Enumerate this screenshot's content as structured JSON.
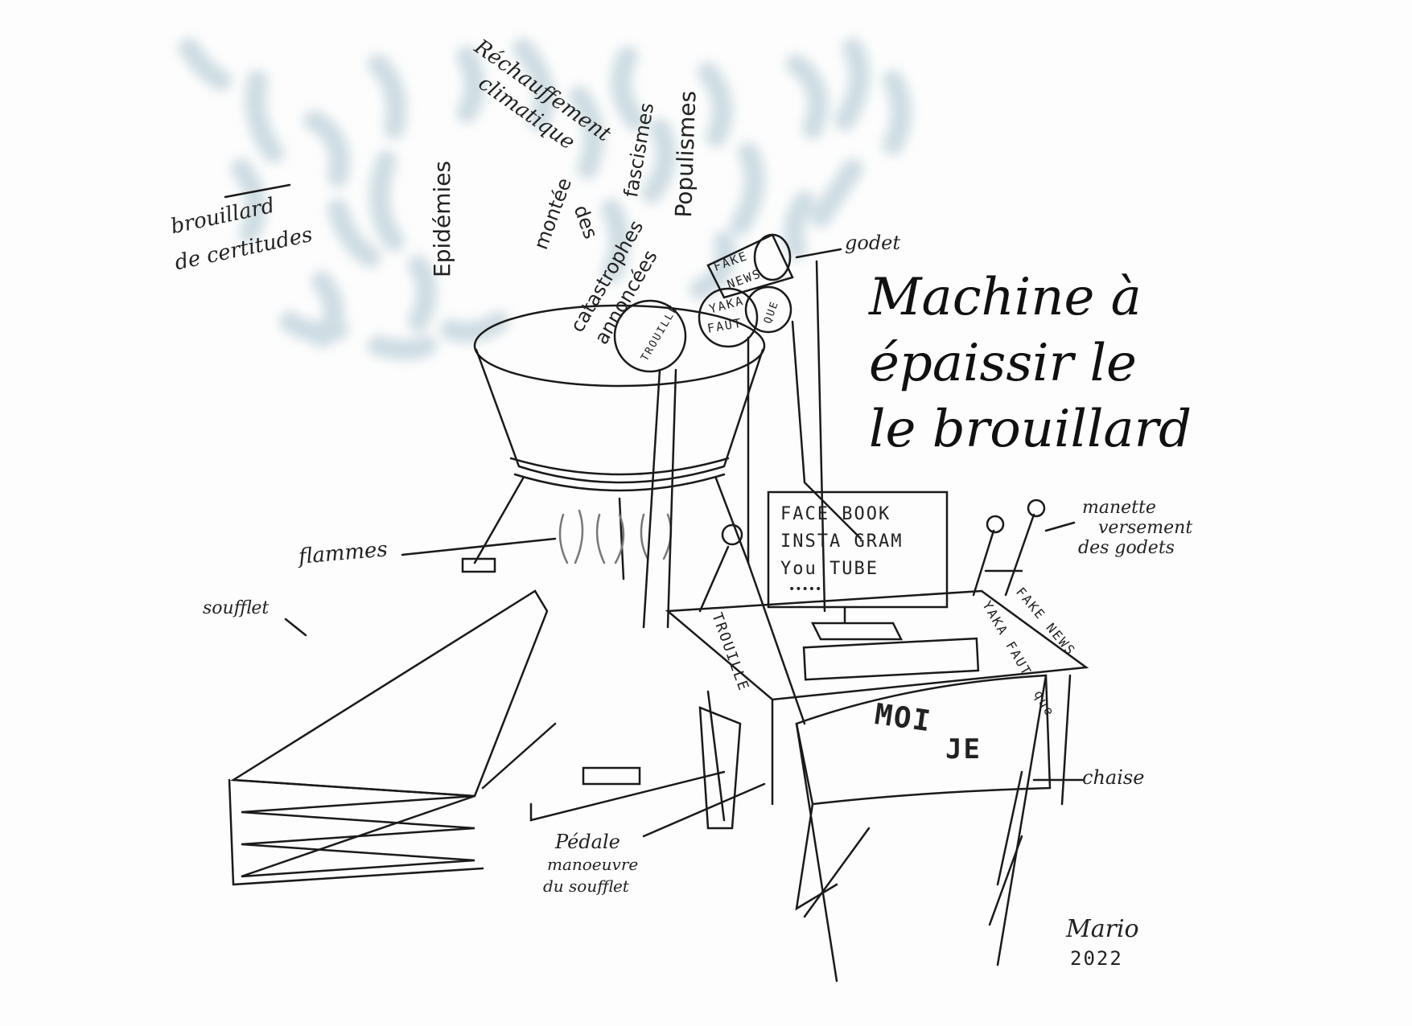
{
  "title": {
    "line1": "Machine à",
    "line2": "épaissir le",
    "line3": "le brouillard"
  },
  "fog_topics": {
    "rechauffement": "Réchauffement",
    "climatique": "climatique",
    "epidemies": "Epidémies",
    "montee": "montée",
    "des": "des",
    "fascismes": "fascismes",
    "catastrophes": "catastrophes",
    "annoncees": "annoncées",
    "populismes": "Populismes"
  },
  "labels": {
    "brouillard": "brouillard",
    "certitudes": "de certitudes",
    "godet": "godet",
    "manette1": "manette",
    "manette2": "versement",
    "manette3": "des godets",
    "flammes": "flammes",
    "soufflet": "soufflet",
    "pedale1": "Pédale",
    "pedale2": "manoeuvre",
    "pedale3": "du soufflet",
    "chaise": "chaise"
  },
  "cups": {
    "fake1": "FAKE",
    "fake2": "NEWS",
    "yaka1": "YAKA",
    "yaka2": "FAUT",
    "que": "QUE",
    "trouille": "TROUILLE"
  },
  "monitor": {
    "line1": "FACE BOOK",
    "line2": "INSTA GRAM",
    "line3": "You TUBE",
    "dots": "•••••"
  },
  "desk": {
    "trouille": "TROUILLE",
    "fake_news": "FAKE NEWS",
    "yaka": "YAKA FAUT",
    "que": "que"
  },
  "chair": {
    "moi": "MOI",
    "je": "JE"
  },
  "signature": {
    "name": "Mario",
    "year": "2022"
  },
  "colors": {
    "fog": "#c9d9e0",
    "ink": "#1a1a1a"
  }
}
